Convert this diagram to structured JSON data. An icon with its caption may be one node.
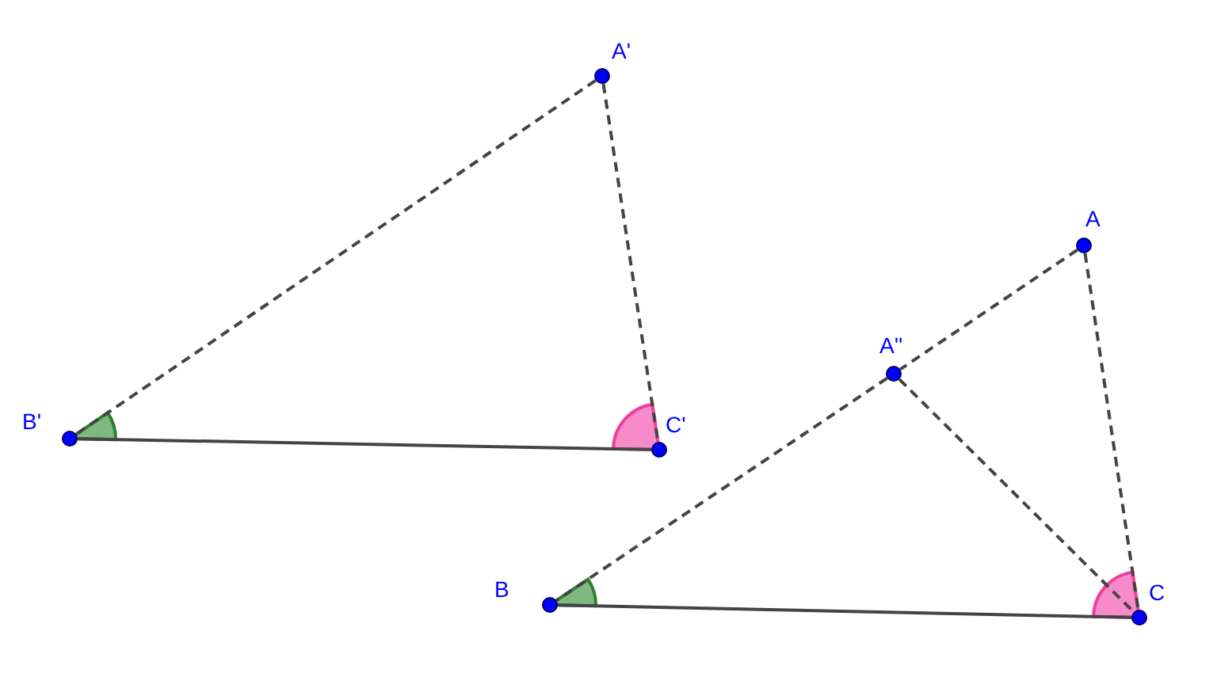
{
  "diagram": {
    "nodes": [
      {
        "text": [],
        "shape": "circle",
        "beside": [
          "A'"
        ]
      },
      {
        "text": [],
        "shape": "circle",
        "beside": [
          "B'"
        ]
      },
      {
        "text": [],
        "shape": "circle",
        "beside": [
          "C'"
        ]
      },
      {
        "text": [],
        "shape": "circle",
        "beside": [
          "A"
        ]
      },
      {
        "text": [],
        "shape": "circle",
        "beside": [
          "A''"
        ]
      },
      {
        "text": [],
        "shape": "circle",
        "beside": [
          "B"
        ]
      },
      {
        "text": [],
        "shape": "circle",
        "beside": [
          "C"
        ]
      }
    ],
    "edges": [
      {
        "from": 0,
        "to": 1,
        "arrow": "none",
        "style": "dashed"
      },
      {
        "from": 0,
        "to": 2,
        "arrow": "none",
        "style": "dashed"
      },
      {
        "from": 1,
        "to": 2,
        "arrow": "none"
      },
      {
        "from": 3,
        "to": 4,
        "arrow": "none",
        "style": "dashed"
      },
      {
        "from": 4,
        "to": 5,
        "arrow": "none",
        "style": "dashed"
      },
      {
        "from": 3,
        "to": 6,
        "arrow": "none",
        "style": "dashed"
      },
      {
        "from": 4,
        "to": 6,
        "arrow": "none",
        "style": "dashed"
      },
      {
        "from": 5,
        "to": 6,
        "arrow": "none"
      }
    ]
  }
}
